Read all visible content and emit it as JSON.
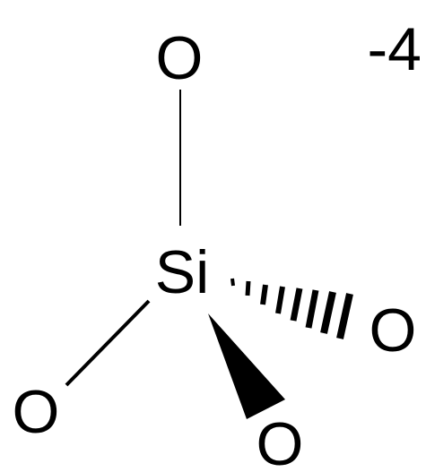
{
  "molecule": {
    "central_atom": "Si",
    "ligands": {
      "top": "O",
      "bottom_left": "O",
      "bottom_wedge": "O",
      "right_dash": "O"
    },
    "charge": "-4"
  },
  "bond_types": {
    "top": "single",
    "bottom_left": "single",
    "bottom_wedge": "solid-wedge",
    "right_dash": "hashed-wedge"
  },
  "colors": {
    "ink": "#000000",
    "background": "#ffffff"
  }
}
